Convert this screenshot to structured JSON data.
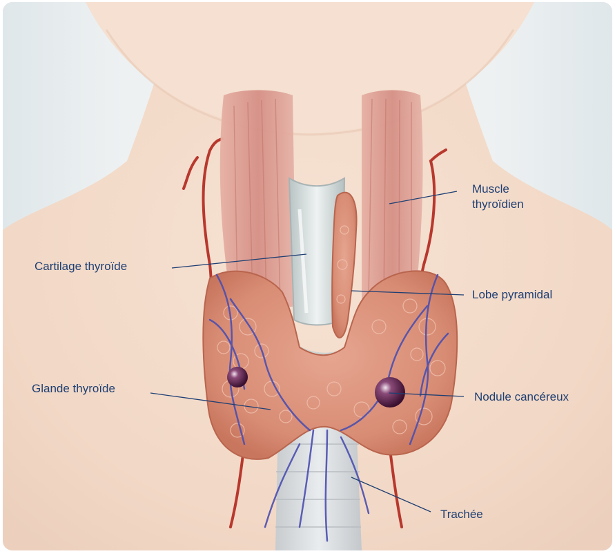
{
  "diagram": {
    "colors": {
      "label_text": "#1e3f73",
      "leader_line": "#1e3f73",
      "skin": "#f3dccb",
      "gland": "#d98a70",
      "vein": "#4b4fb0",
      "artery": "#b8382e",
      "cartilage": "#cfd6d6",
      "muscle": "#d79a90",
      "nodule": "#5a1f48"
    },
    "labels": {
      "muscle_line1": "Muscle",
      "muscle_line2": "thyroïdien",
      "cartilage": "Cartilage thyroïde",
      "pyramidal_lobe": "Lobe pyramidal",
      "thyroid_gland": "Glande thyroïde",
      "nodule": "Nodule cancéreux",
      "trachea": "Trachée"
    }
  }
}
